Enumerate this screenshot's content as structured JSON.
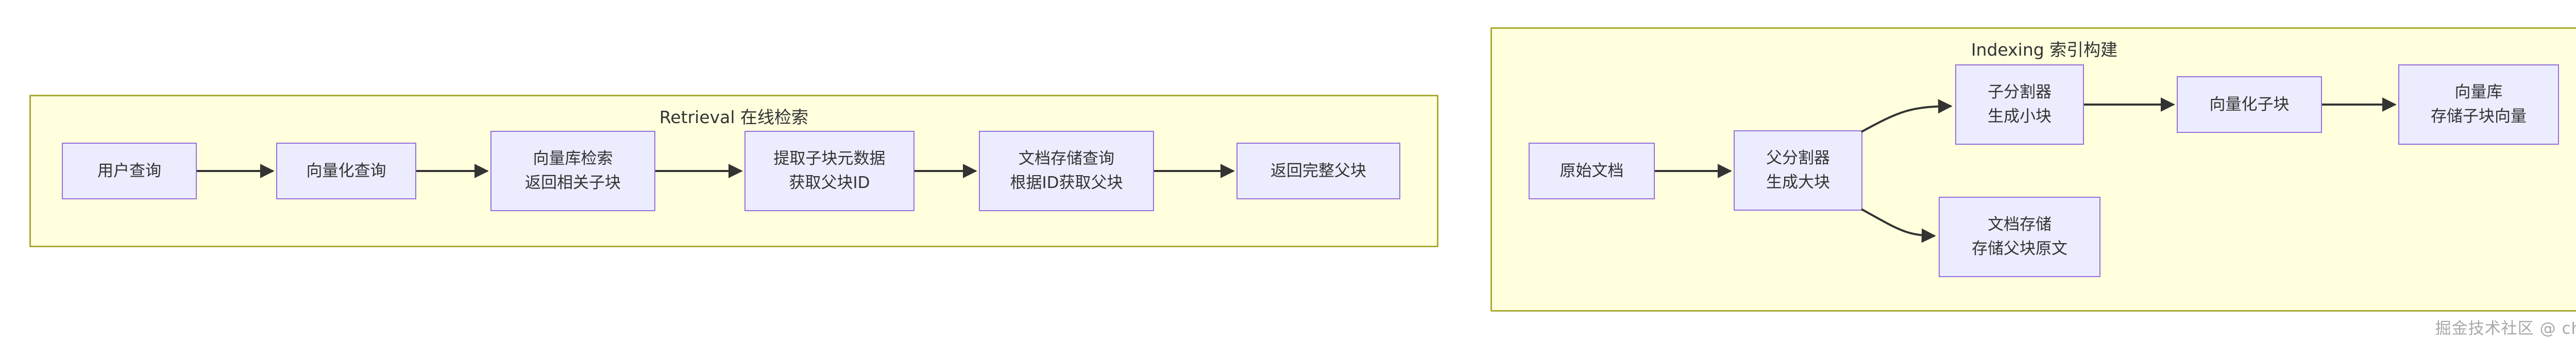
{
  "page": {
    "watermark": "掘金技术社区 @ chaors"
  },
  "colors": {
    "group_fill": "#ffffde",
    "group_border": "#aaaa33",
    "node_fill": "#ECECFF",
    "node_border": "#9370DB",
    "arrow": "#333333",
    "text": "#333333",
    "watermark_text": "#a8a8a8"
  },
  "retrieval": {
    "title": "Retrieval 在线检索",
    "nodes": [
      {
        "id": "user-query",
        "line1": "用户查询"
      },
      {
        "id": "vectorize-query",
        "line1": "向量化查询"
      },
      {
        "id": "vector-db-search",
        "line1": "向量库检索",
        "line2": "返回相关子块"
      },
      {
        "id": "extract-metadata",
        "line1": "提取子块元数据",
        "line2": "获取父块ID"
      },
      {
        "id": "docstore-query",
        "line1": "文档存储查询",
        "line2": "根据ID获取父块"
      },
      {
        "id": "return-parent",
        "line1": "返回完整父块"
      }
    ]
  },
  "indexing": {
    "title": "Indexing 索引构建",
    "nodes": [
      {
        "id": "source-doc",
        "line1": "原始文档"
      },
      {
        "id": "parent-splitter",
        "line1": "父分割器",
        "line2": "生成大块"
      },
      {
        "id": "child-splitter",
        "line1": "子分割器",
        "line2": "生成小块"
      },
      {
        "id": "vectorize-chunks",
        "line1": "向量化子块"
      },
      {
        "id": "vector-db",
        "line1": "向量库",
        "line2": "存储子块向量"
      },
      {
        "id": "doc-store",
        "line1": "文档存储",
        "line2": "存储父块原文"
      }
    ]
  }
}
